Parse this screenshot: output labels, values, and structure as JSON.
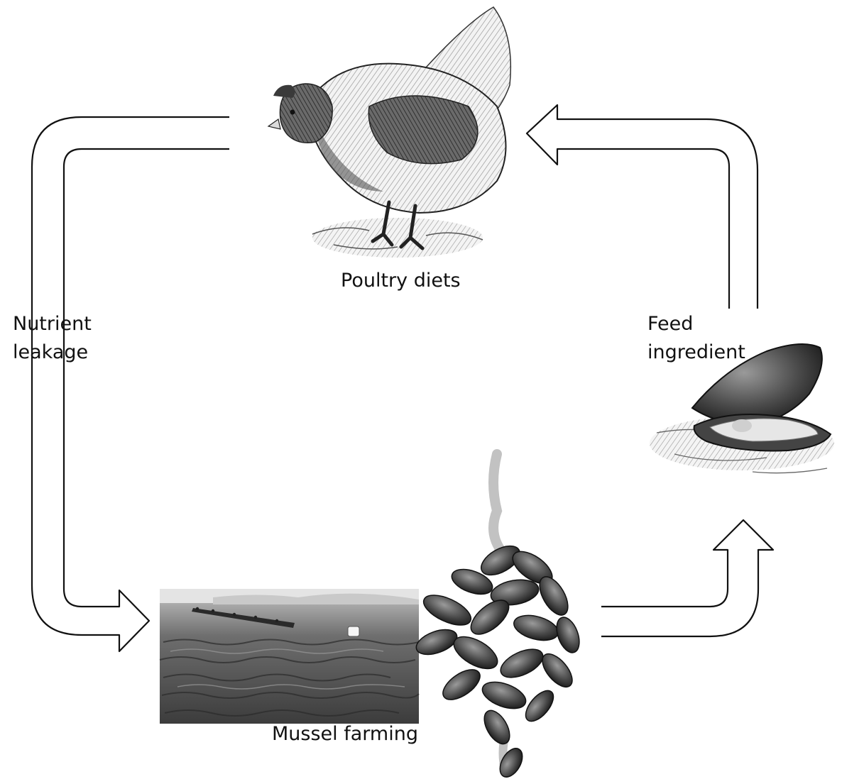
{
  "labels": {
    "poultry": "Poultry diets",
    "nutrient_line1": "Nutrient",
    "nutrient_line2": "leakage",
    "feed_line1": "Feed",
    "feed_line2": "ingredient",
    "mussel": "Mussel farming"
  },
  "illustrations": {
    "hen": "hen-illustration",
    "open_mussel": "open-mussel-illustration",
    "sea": "sea-photo",
    "mussel_cluster": "mussel-cluster-illustration"
  },
  "colors": {
    "stroke": "#111111",
    "arrow_fill": "#ffffff"
  }
}
